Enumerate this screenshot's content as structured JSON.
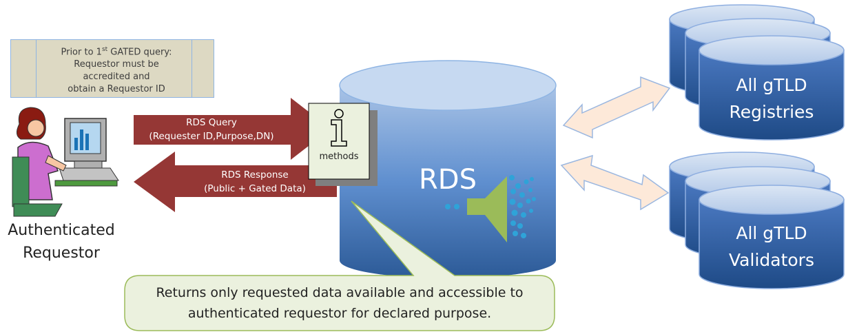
{
  "note": {
    "line1_prefix": "Prior to 1",
    "line1_sup": "st",
    "line1_suffix": " GATED query:",
    "line2": "Requestor must be",
    "line3": "accredited and",
    "line4": "obtain a Requestor ID"
  },
  "requestor": {
    "line1": "Authenticated",
    "line2": "Requestor"
  },
  "query_arrow": {
    "line1": "RDS Query",
    "line2": "(Requester ID,Purpose,DN)"
  },
  "response_arrow": {
    "line1": "RDS Response",
    "line2": "(Public + Gated Data)"
  },
  "methods_label": "methods",
  "rds_label": "RDS",
  "registries": {
    "line1": "All gTLD",
    "line2": "Registries"
  },
  "validators": {
    "line1": "All gTLD",
    "line2": "Validators"
  },
  "callout": {
    "line1": "Returns only requested data available and accessible to",
    "line2": "authenticated requestor for declared purpose."
  },
  "colors": {
    "arrow": "#953735",
    "cylinder_top": "#c6d9f1",
    "cylinder_body": "#4f81bd",
    "callout_fill": "#ebf1de",
    "double_arrow": "#fde9d9",
    "filter": "#9bbb59",
    "particles": "#2fa3d8"
  },
  "icons": [
    "person-at-computer-icon",
    "information-icon",
    "filter-funnel-icon"
  ]
}
